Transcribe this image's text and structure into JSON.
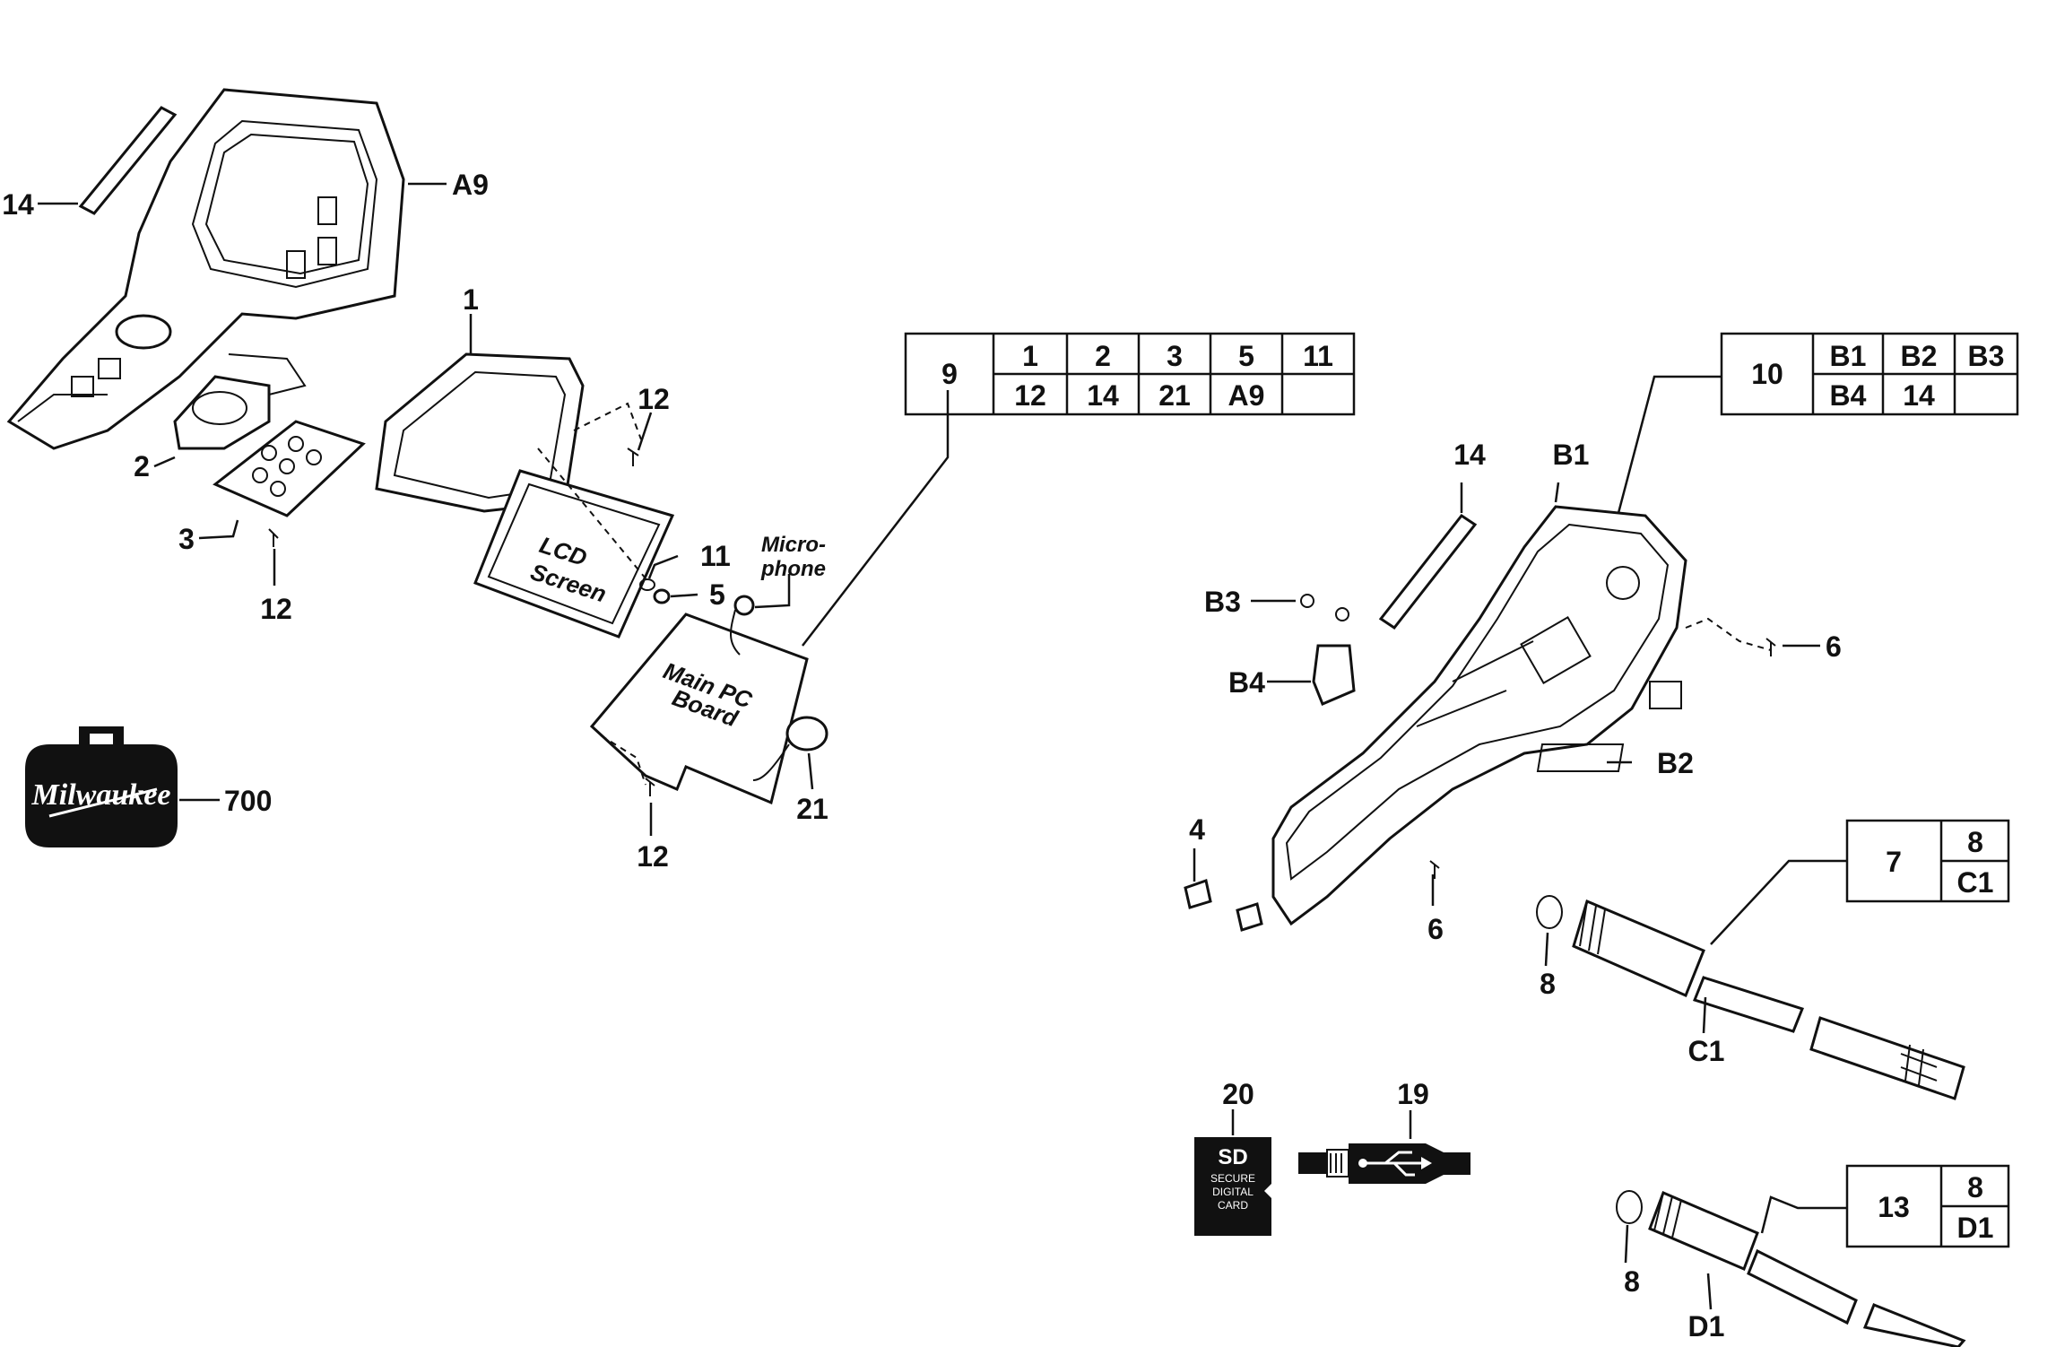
{
  "parts": {
    "p14_top": "14",
    "pA9": "A9",
    "p1": "1",
    "p12_a": "12",
    "p2": "2",
    "p3": "3",
    "p12_b": "12",
    "p11": "11",
    "p5": "5",
    "p12_c": "12",
    "p21": "21",
    "p700": "700",
    "p14_right": "14",
    "pB1": "B1",
    "pB3": "B3",
    "pB4": "B4",
    "p6_a": "6",
    "pB2": "B2",
    "p4": "4",
    "p6_b": "6",
    "p8_a": "8",
    "pC1": "C1",
    "p20": "20",
    "p19": "19",
    "p8_b": "8",
    "pD1": "D1"
  },
  "callouts": {
    "lcd_line1": "LCD",
    "lcd_line2": "Screen",
    "pcb_line1": "Main PC",
    "pcb_line2": "Board",
    "mic_line1": "Micro-",
    "mic_line2": "phone",
    "logo": "Milwaukee",
    "sd_big": "SD",
    "sd_l1": "SECURE",
    "sd_l2": "DIGITAL",
    "sd_l3": "CARD"
  },
  "kits": [
    {
      "kit": "9",
      "rows": [
        [
          "1",
          "2",
          "3",
          "5",
          "11"
        ],
        [
          "12",
          "14",
          "21",
          "A9",
          ""
        ]
      ]
    },
    {
      "kit": "10",
      "rows": [
        [
          "B1",
          "B2",
          "B3"
        ],
        [
          "B4",
          "14",
          ""
        ]
      ]
    },
    {
      "kit": "7",
      "rows": [
        [
          "8"
        ],
        [
          "C1"
        ]
      ]
    },
    {
      "kit": "13",
      "rows": [
        [
          "8"
        ],
        [
          "D1"
        ]
      ]
    }
  ]
}
